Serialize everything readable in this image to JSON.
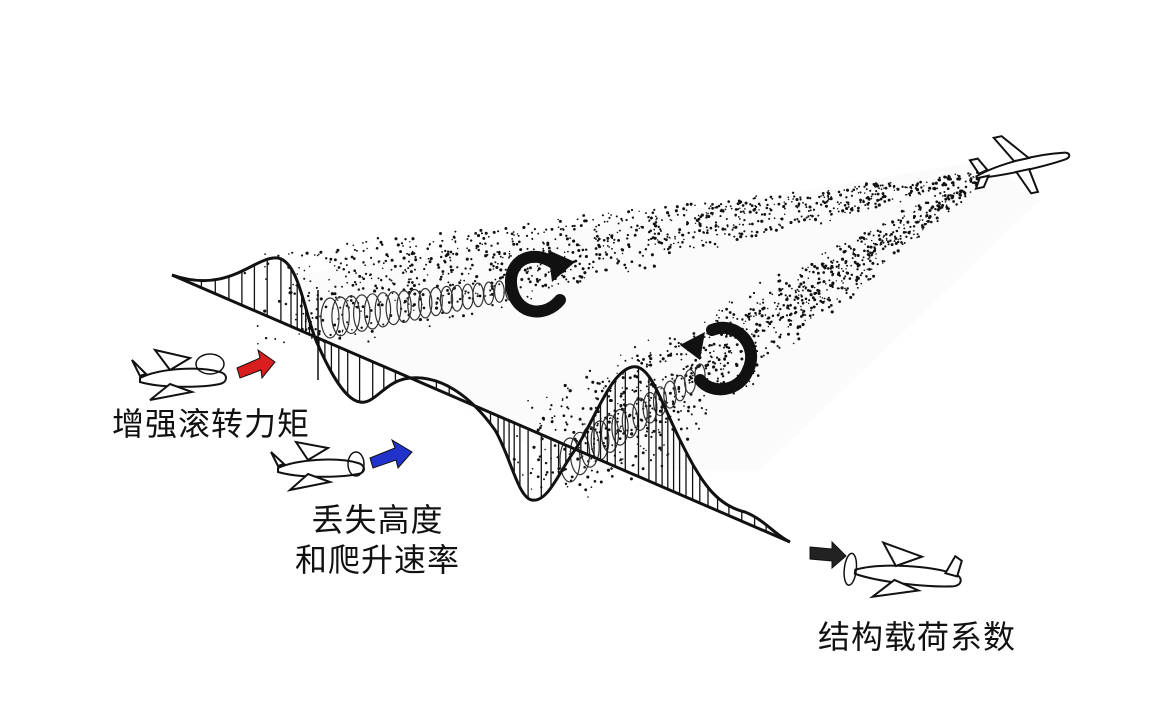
{
  "captions": {
    "roll_moment": "增强滚转力矩",
    "altitude_loss_line1": "丢失高度",
    "altitude_loss_line2": "和爬升速率",
    "structural_load": "结构载荷系数"
  },
  "colors": {
    "roll_arrow": "#d81e1e",
    "altitude_arrow": "#2233cc",
    "load_arrow": "#222222",
    "ink": "#111111"
  },
  "icons": [
    "jet-airliner-icon",
    "light-aircraft-icon",
    "rotation-arrow-icon",
    "direction-arrow-icon"
  ]
}
